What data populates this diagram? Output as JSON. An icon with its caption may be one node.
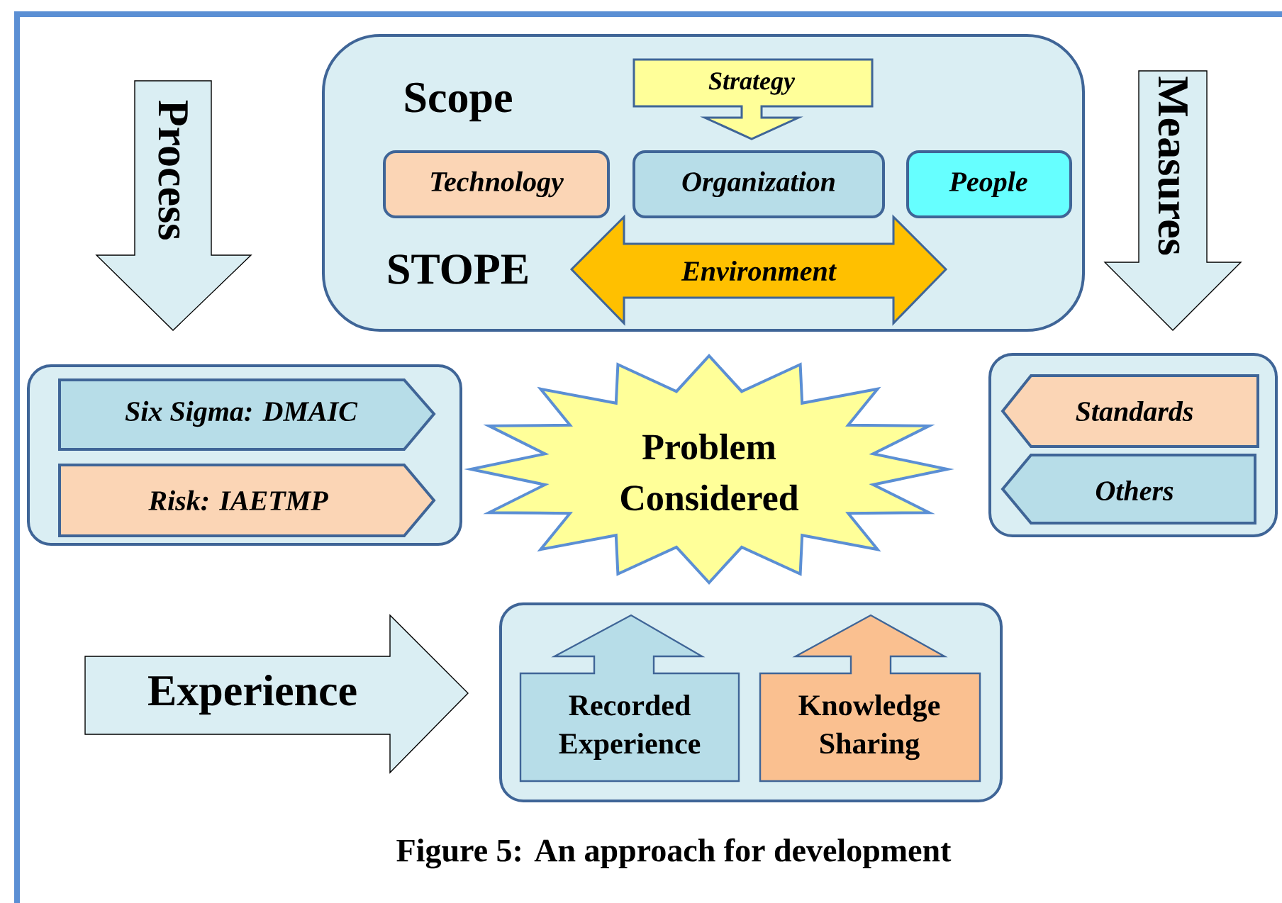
{
  "diagram": {
    "caption": "Figure 5: An approach for development",
    "nodes": [
      {
        "text": [
          "Process"
        ]
      },
      {
        "text": [
          "Scope",
          "STOPE"
        ]
      },
      {
        "text": [
          "Strategy"
        ],
        "in": 1
      },
      {
        "text": [
          "Technology"
        ],
        "in": 1
      },
      {
        "text": [
          "Organization"
        ],
        "in": 1
      },
      {
        "text": [
          "People"
        ],
        "in": 1
      },
      {
        "text": [
          "Environment"
        ],
        "in": 1
      },
      {
        "text": [
          "Measures"
        ]
      },
      {
        "text": [],
        "shape": "box"
      },
      {
        "text": [
          "Six Sigma: DMAIC"
        ],
        "in": 8
      },
      {
        "text": [
          "Risk: IAETMP"
        ],
        "in": 8
      },
      {
        "text": [
          "Problem Considered"
        ]
      },
      {
        "text": [],
        "shape": "box"
      },
      {
        "text": [
          "Standards"
        ],
        "in": 12
      },
      {
        "text": [
          "Others"
        ],
        "in": 12
      },
      {
        "text": [
          "Experience"
        ]
      },
      {
        "text": [],
        "shape": "box"
      },
      {
        "text": [
          "Recorded Experience"
        ],
        "in": 16
      },
      {
        "text": [
          "Knowledge Sharing"
        ],
        "in": 16
      }
    ]
  }
}
